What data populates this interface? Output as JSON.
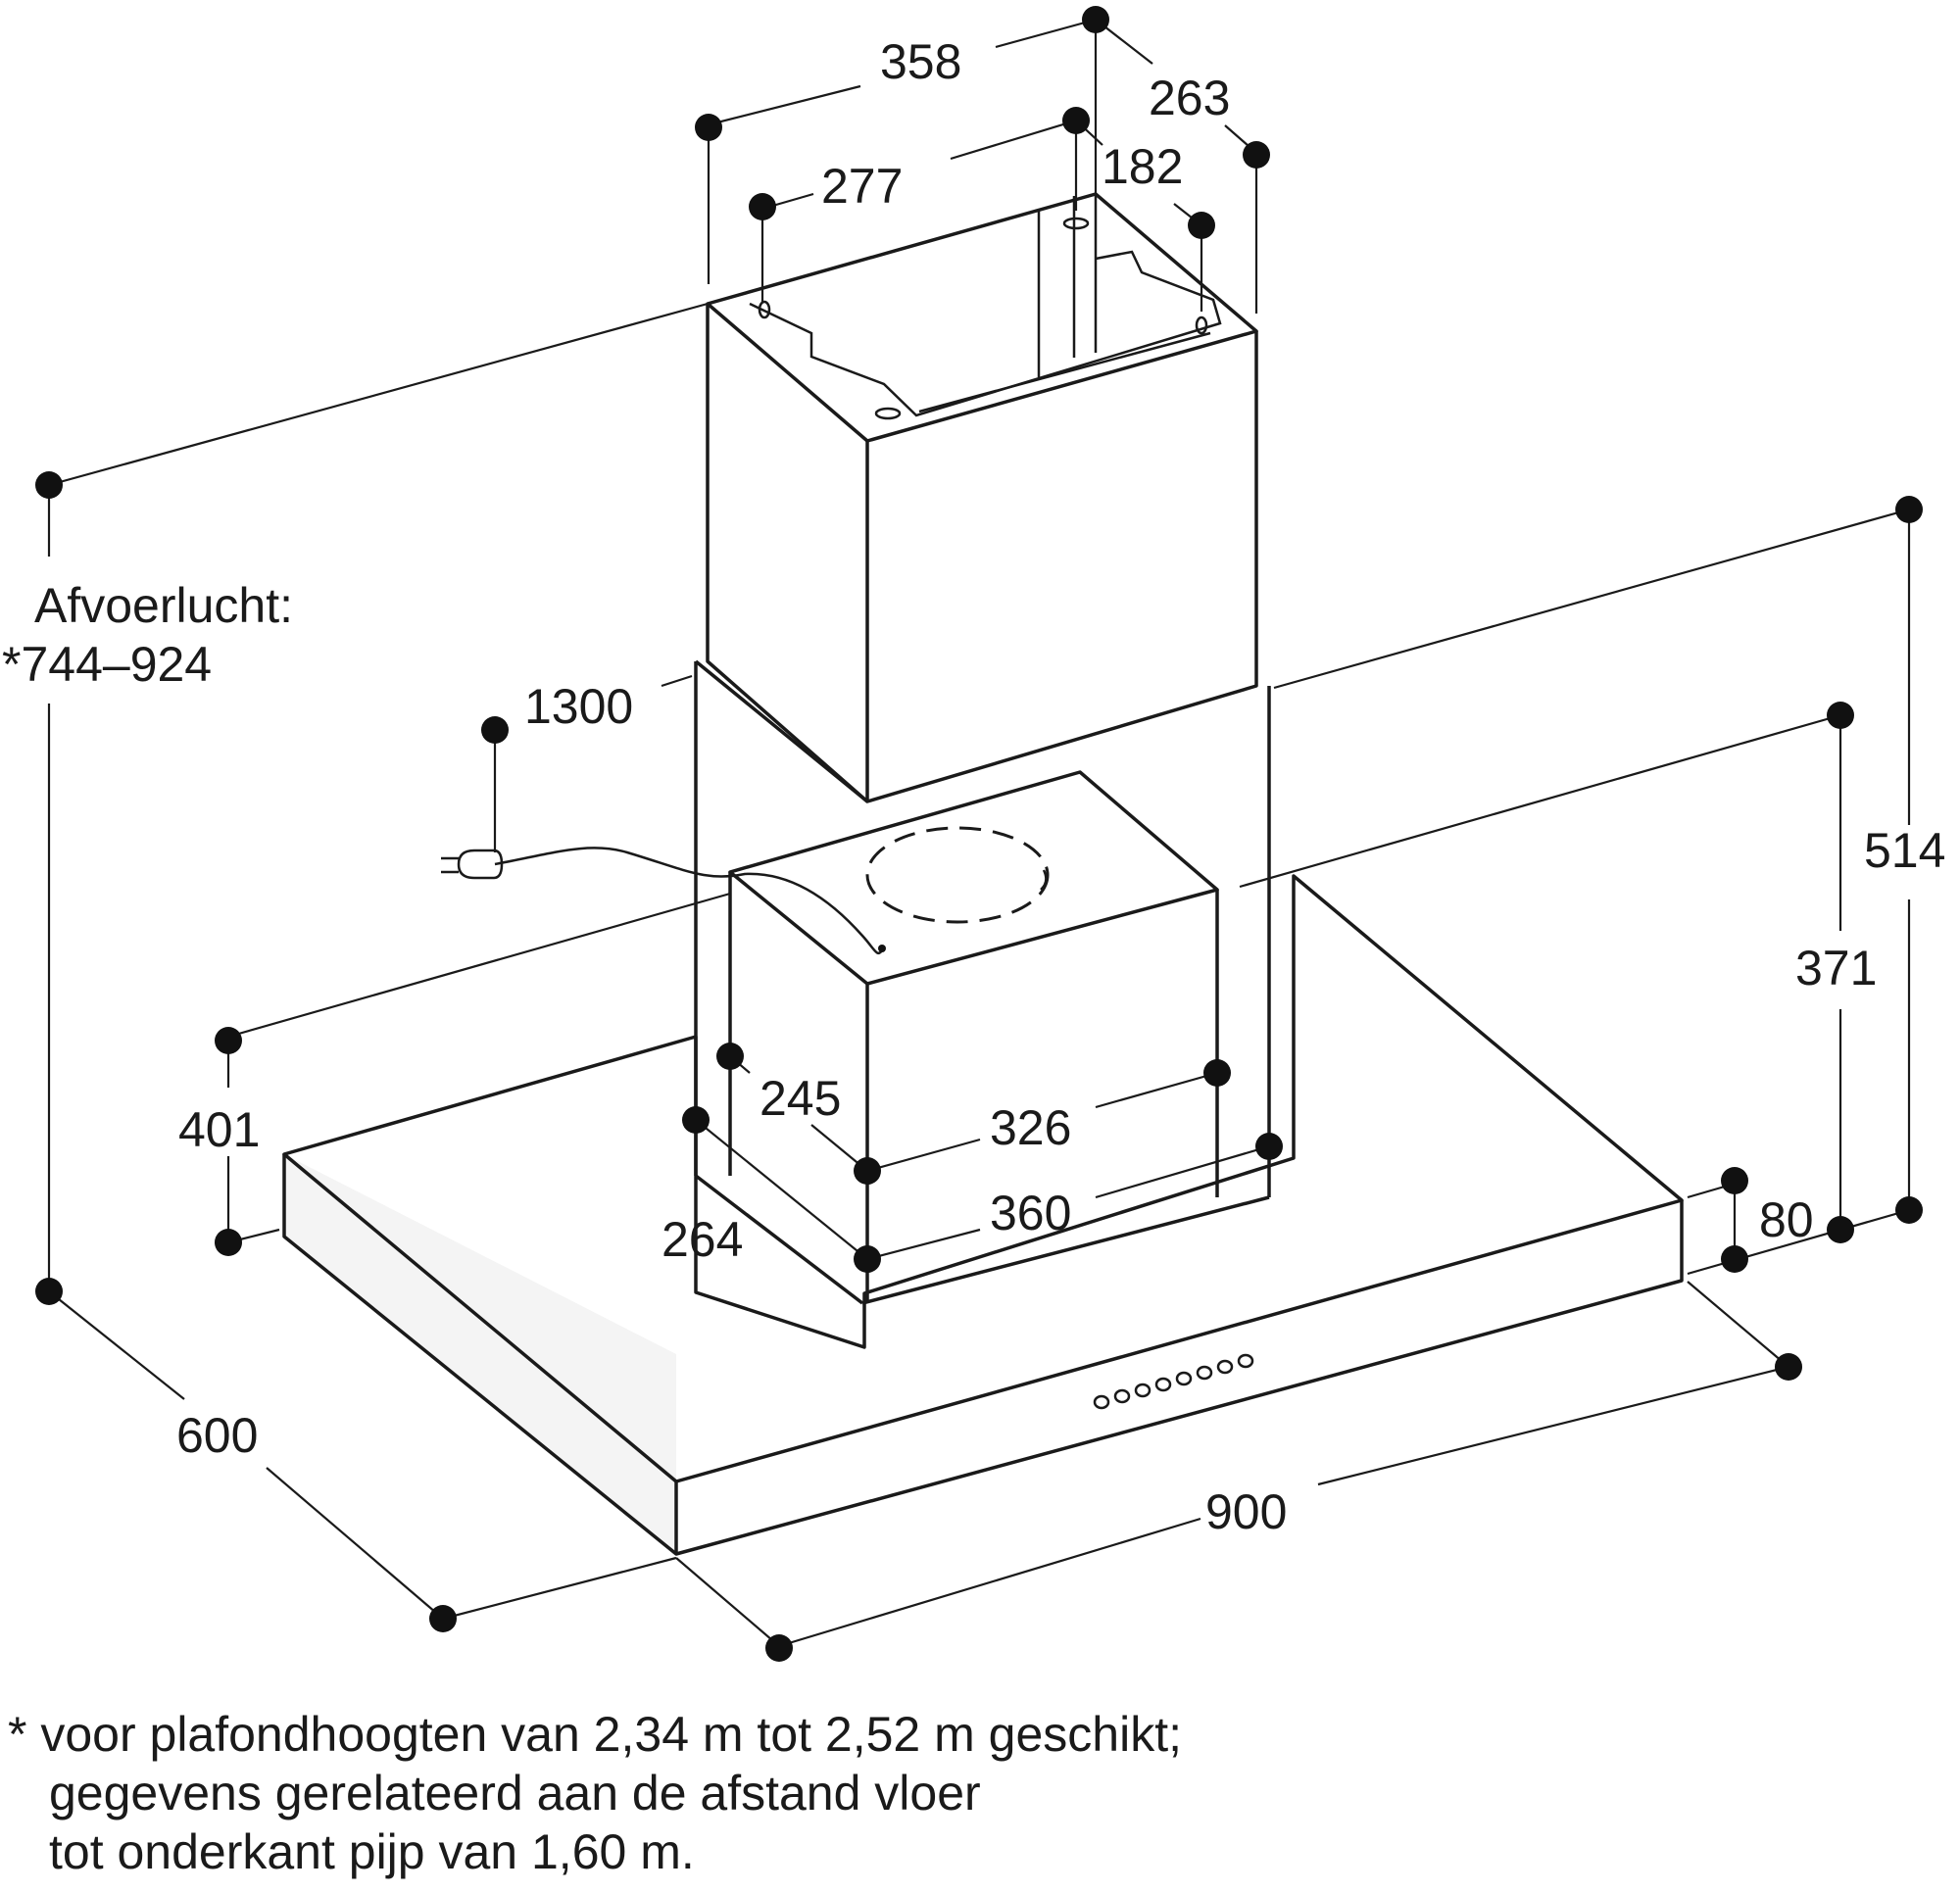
{
  "dimensions": {
    "d358": "358",
    "d263": "263",
    "d277": "277",
    "d182": "182",
    "d1300": "1300",
    "d514": "514",
    "d371": "371",
    "d401": "401",
    "d245": "245",
    "d326": "326",
    "d360": "360",
    "d264": "264",
    "d80": "80",
    "d600": "600",
    "d900": "900"
  },
  "side_label": {
    "title": "Afvoerlucht:",
    "range": "*744–924"
  },
  "footnote": {
    "line1": "* voor plafondhoogten van 2,34 m tot 2,52 m geschikt;",
    "line2": "gegevens gerelateerd aan de afstand vloer",
    "line3": "tot onderkant pijp van 1,60 m."
  },
  "colors": {
    "ink": "#1a1a1a",
    "panel_shade": "#f3f3f3"
  }
}
